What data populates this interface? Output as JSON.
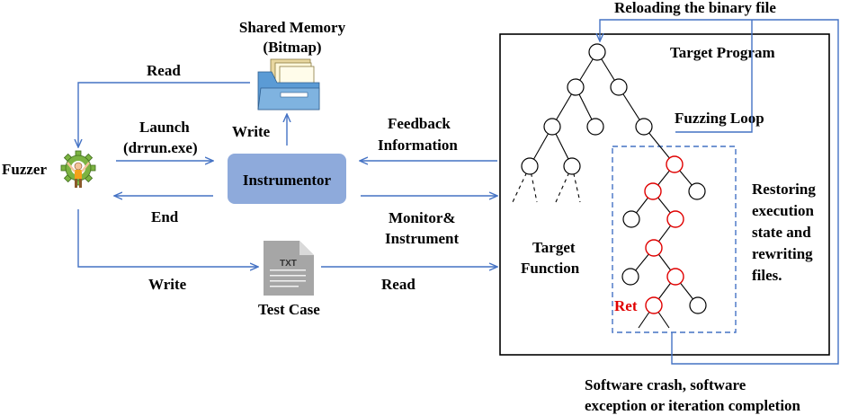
{
  "labels": {
    "shared_memory_line1": "Shared Memory",
    "shared_memory_line2": "(Bitmap)",
    "reloading": "Reloading the binary file",
    "target_program": "Target Program",
    "read_top": "Read",
    "launch_line1": "Launch",
    "launch_line2": "(drrun.exe)",
    "write_top": "Write",
    "feedback_line1": "Feedback",
    "feedback_line2": "Information",
    "fuzzing_loop": "Fuzzing Loop",
    "fuzzer": "Fuzzer",
    "instrumentor": "Instrumentor",
    "end": "End",
    "monitor_line1": "Monitor&",
    "monitor_line2": "Instrument",
    "restoring_line1": "Restoring",
    "restoring_line2": "execution",
    "restoring_line3": "state and",
    "restoring_line4": "rewriting",
    "restoring_line5": "files.",
    "target_function_line1": "Target",
    "target_function_line2": "Function",
    "write_bottom": "Write",
    "read_bottom": "Read",
    "test_case": "Test Case",
    "txt": "TXT",
    "ret": "Ret",
    "crash_line1": "Software crash, software",
    "crash_line2": "exception or iteration completion"
  },
  "colors": {
    "arrow": "#4472c4",
    "instrumentor_fill": "#8eaadb",
    "highlight_node": "#e00000",
    "folder_blue": "#5b9bd5"
  },
  "icons": [
    "folder-icon",
    "fuzzer-gear-icon",
    "document-icon"
  ]
}
